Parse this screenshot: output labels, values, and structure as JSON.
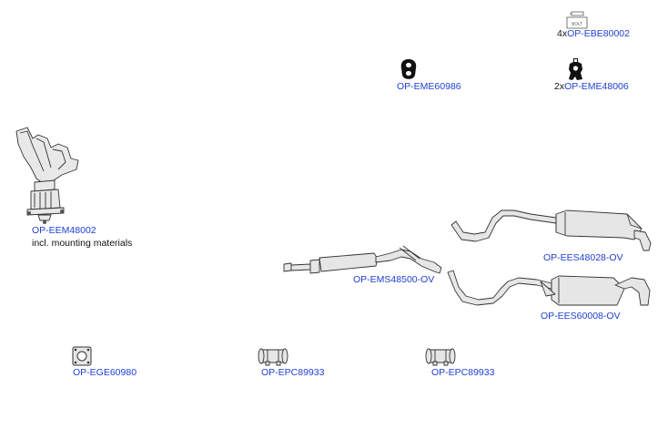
{
  "parts": {
    "bolt": {
      "qty": "4x",
      "code": "OP-EBE80002",
      "icon_text": "BOLT"
    },
    "hanger_a": {
      "code": "OP-EME60986"
    },
    "hanger_b": {
      "qty": "2x",
      "code": "OP-EME48006"
    },
    "manifold": {
      "code": "OP-EEM48002",
      "note": "incl. mounting materials"
    },
    "rear_box_1": {
      "code": "OP-EES48028-OV"
    },
    "middle_pipe": {
      "code": "OP-EMS48500-OV"
    },
    "rear_box_2": {
      "code": "OP-EES60008-OV"
    },
    "gasket": {
      "code": "OP-EGE60980"
    },
    "clamp_1": {
      "code": "OP-EPC89933"
    },
    "clamp_2": {
      "code": "OP-EPC89933"
    }
  },
  "colors": {
    "link": "#1f3fd6",
    "line": "#333333",
    "fill": "#e6e6e6"
  }
}
